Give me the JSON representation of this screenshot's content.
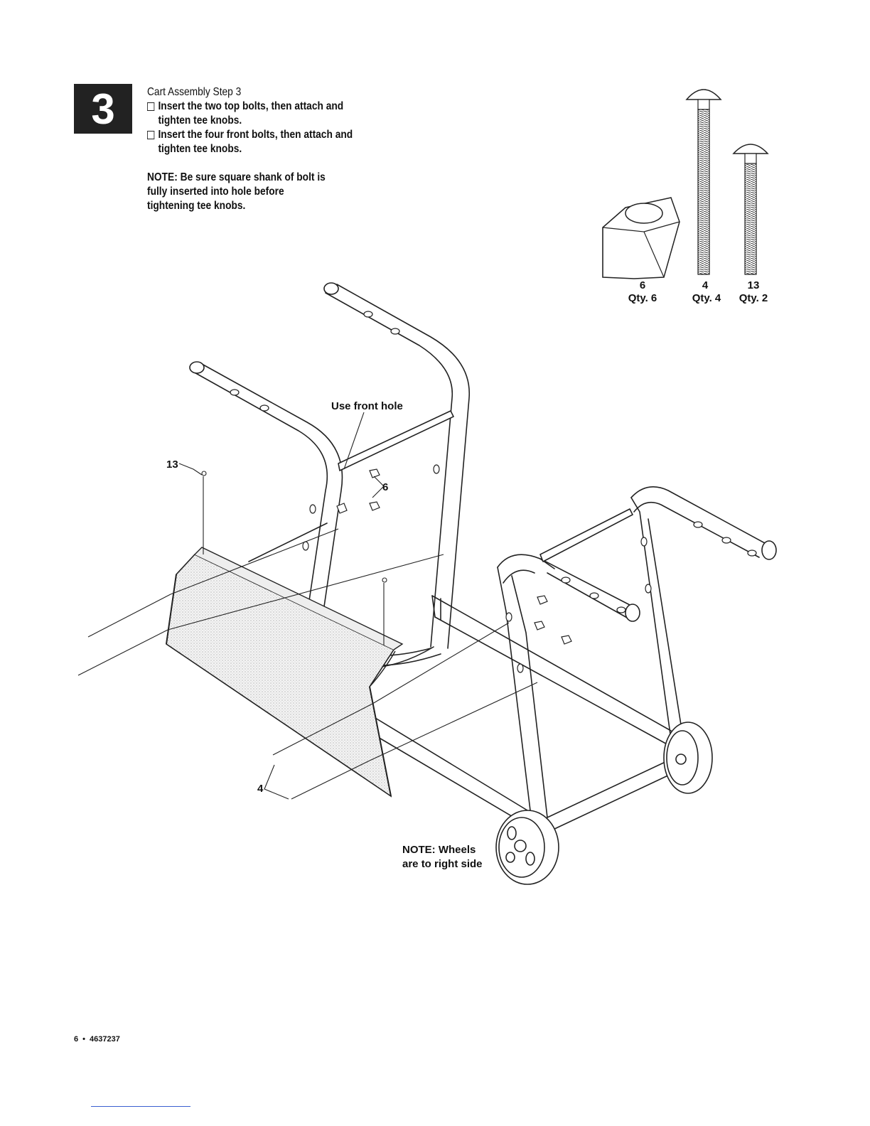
{
  "step": {
    "number": "3"
  },
  "instructions": {
    "title": "Cart Assembly Step 3",
    "items": [
      "Insert the two top bolts, then attach and tighten tee knobs.",
      "Insert the four front bolts, then attach and tighten tee knobs."
    ],
    "note": "NOTE: Be sure square shank of bolt is fully inserted into hole before tightening tee knobs."
  },
  "parts": [
    {
      "number": "6",
      "qty": "Qty. 6",
      "icon": "tee-knob-icon"
    },
    {
      "number": "4",
      "qty": "Qty. 4",
      "icon": "long-carriage-bolt-icon"
    },
    {
      "number": "13",
      "qty": "Qty. 2",
      "icon": "short-carriage-bolt-icon"
    }
  ],
  "callouts": {
    "use_front_hole": "Use front hole",
    "part13": "13",
    "part6": "6",
    "part4": "4",
    "wheels_note_line1": "NOTE: Wheels",
    "wheels_note_line2": "are to right side"
  },
  "footer": {
    "page": "6",
    "doc_number": "4637237"
  }
}
